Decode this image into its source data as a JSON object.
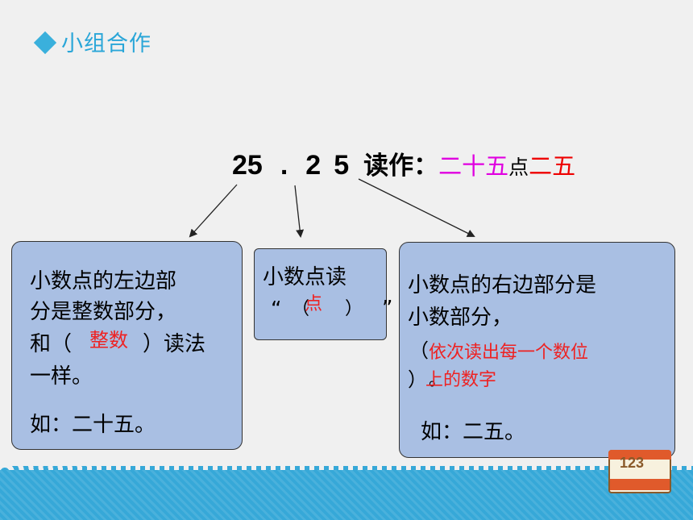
{
  "header": {
    "title": "小组合作"
  },
  "expression": {
    "n1": "25",
    "dot": ".",
    "n2": "2",
    "n3": "5",
    "read_label": "读作：",
    "answer_part1": "二十五",
    "answer_part2": "点",
    "answer_part3": "二五"
  },
  "left_box": {
    "line1": "小数点的左边部",
    "line2": "分是整数部分，",
    "line3_pre": "和（",
    "line3_post": "）读法",
    "fill": "整数",
    "line4": "一样。",
    "example": "如：二十五。"
  },
  "middle_box": {
    "line1": "小数点读",
    "q_open": "“",
    "paren_open": "（",
    "paren_close": "）",
    "q_close": "”",
    "fill": "点"
  },
  "right_box": {
    "line1": "小数点的右边部分是",
    "line2": "小数部分，",
    "paren_open": "（",
    "paren_close": "）",
    "dot": "。",
    "fill_line1": "依次读出每一个数位",
    "fill_line2": "上的数字",
    "example": "如：二五。"
  },
  "decor": {
    "calendar_number": "123",
    "accent_color": "#36a8d8",
    "box_color": "#a9bfe3"
  }
}
